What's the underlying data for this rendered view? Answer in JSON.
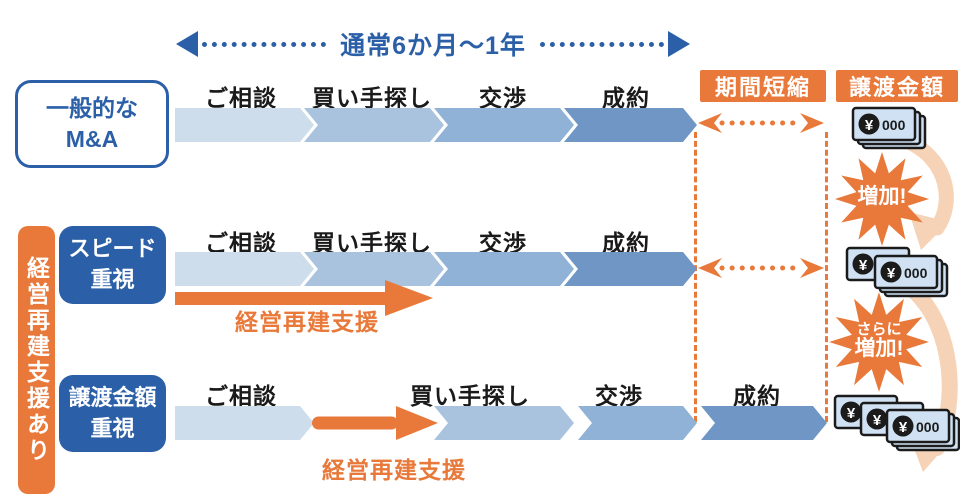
{
  "colors": {
    "blue": "#2b5fa8",
    "orange": "#e8793a",
    "ink": "#1a1a1a",
    "stage1": "#cdddec",
    "stage2": "#a9c3de",
    "stage3": "#8fb2d6",
    "stage4": "#6f96c4",
    "bill": "#cfe1f2",
    "bill_stroke": "#1b1b1b",
    "swoosh": "#f6d2b6"
  },
  "duration_arrow": {
    "label": "通常6か月〜1年"
  },
  "column_headers": {
    "period": "期間短縮",
    "amount": "譲渡金額"
  },
  "side_label": "経営再建支援あり",
  "rows": {
    "general": {
      "label_line1": "一般的な",
      "label_line2": "M&A",
      "stages": [
        "ご相談",
        "買い手探し",
        "交渉",
        "成約"
      ]
    },
    "speed": {
      "label_line1": "スピード",
      "label_line2": "重視",
      "stages": [
        "ご相談",
        "買い手探し",
        "交渉",
        "成約"
      ],
      "support": "経営再建支援"
    },
    "amount": {
      "label_line1": "譲渡金額",
      "label_line2": "重視",
      "stages": [
        "ご相談",
        "買い手探し",
        "交渉",
        "成約"
      ],
      "support": "経営再建支援"
    }
  },
  "money": {
    "yen": "¥",
    "amount": "000"
  },
  "bursts": {
    "increase": "増加!",
    "more_line1": "さらに",
    "more_line2": "増加!"
  }
}
